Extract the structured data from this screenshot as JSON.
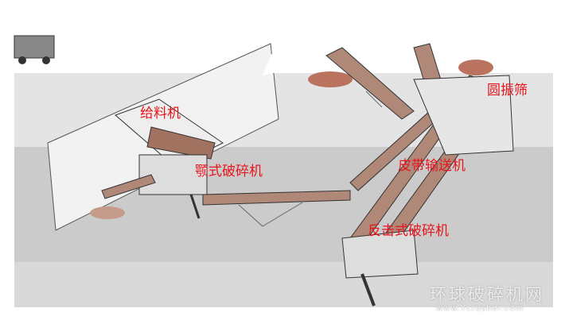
{
  "labels": {
    "feeder": "给料机",
    "jaw_crusher": "颚式破碎机",
    "vibrating_screen": "圆振筛",
    "belt_conveyor": "皮带输送机",
    "impact_crusher": "反击式破碎机"
  },
  "watermark": {
    "name": "环球破碎机网",
    "url": "www.Ycrusher.com"
  },
  "colors": {
    "label": "#e8141c",
    "ground_light": "#e4e4e4",
    "ground_dark": "#c9c9c9",
    "stockpile": "#b9735f"
  }
}
